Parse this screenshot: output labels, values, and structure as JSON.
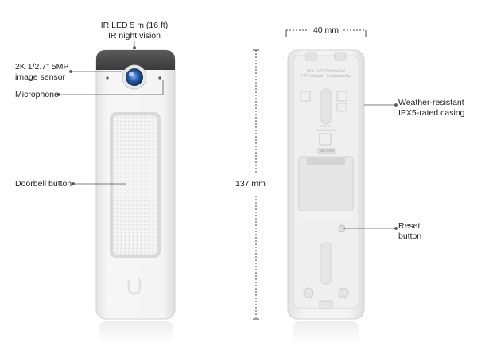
{
  "callouts": {
    "ir_led": {
      "line1": "IR LED 5 m (16 ft)",
      "line2": "IR night vision"
    },
    "image_sensor": {
      "line1": "2K 1/2.7\" 5MP",
      "line2": "image sensor"
    },
    "microphone": {
      "text": "Microphone"
    },
    "doorbell_button": {
      "text": "Doorbell button"
    },
    "casing": {
      "line1": "Weather-resistant",
      "line2": "IPX5-rated casing"
    },
    "reset": {
      "line1": "Reset",
      "line2": "button"
    }
  },
  "dimensions": {
    "width": "40 mm",
    "height": "137 mm"
  },
  "back_panel_text": {
    "model": "M/N UVC-Doorbell-W",
    "sub": "FW: Ubiquiti - Supportability",
    "small1": "FCC ID:",
    "small2": "SWX-XXXXX",
    "tag": "ML-XXX"
  },
  "colors": {
    "body_white": "#f2f2f2",
    "camera_band": "#4a4a4a",
    "lens_blue": "#2f5fa8",
    "shadow": "#d6d6d6"
  }
}
